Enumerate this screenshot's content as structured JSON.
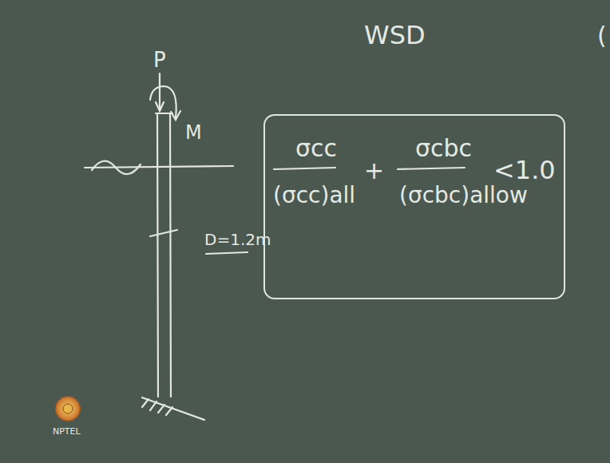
{
  "diagram": {
    "nodes": [
      {
        "text": [
          "σcc",
          "(σcc)all",
          "+",
          "σcbc",
          "(σcbc)allow",
          "<1.0"
        ]
      }
    ],
    "labels": [
      "P",
      "M",
      "D=1.2m",
      "WSD",
      "(",
      "NPTEL"
    ]
  }
}
